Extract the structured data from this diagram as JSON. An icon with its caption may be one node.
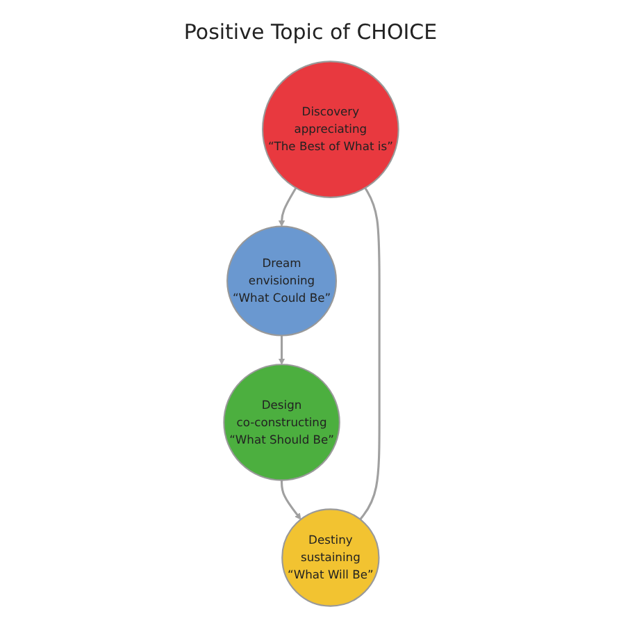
{
  "diagram": {
    "nodes": [
      {
        "text": [
          "Discovery",
          "appreciating",
          "“The Best of What is”"
        ]
      },
      {
        "text": [
          "Dream",
          "envisioning",
          "“What Could Be”"
        ]
      },
      {
        "text": [
          "Design",
          "co-constructing",
          "“What Should Be”"
        ]
      },
      {
        "text": [
          "Destiny",
          "sustaining",
          "“What Will Be”"
        ]
      }
    ],
    "edges": [
      {
        "from": 0,
        "to": 1,
        "arrow": "to"
      },
      {
        "from": 1,
        "to": 2,
        "arrow": "to"
      },
      {
        "from": 2,
        "to": 3,
        "arrow": "to"
      },
      {
        "from": 3,
        "to": 0,
        "arrow": "none"
      }
    ],
    "labels": [
      "Positive Topic of CHOICE"
    ]
  }
}
